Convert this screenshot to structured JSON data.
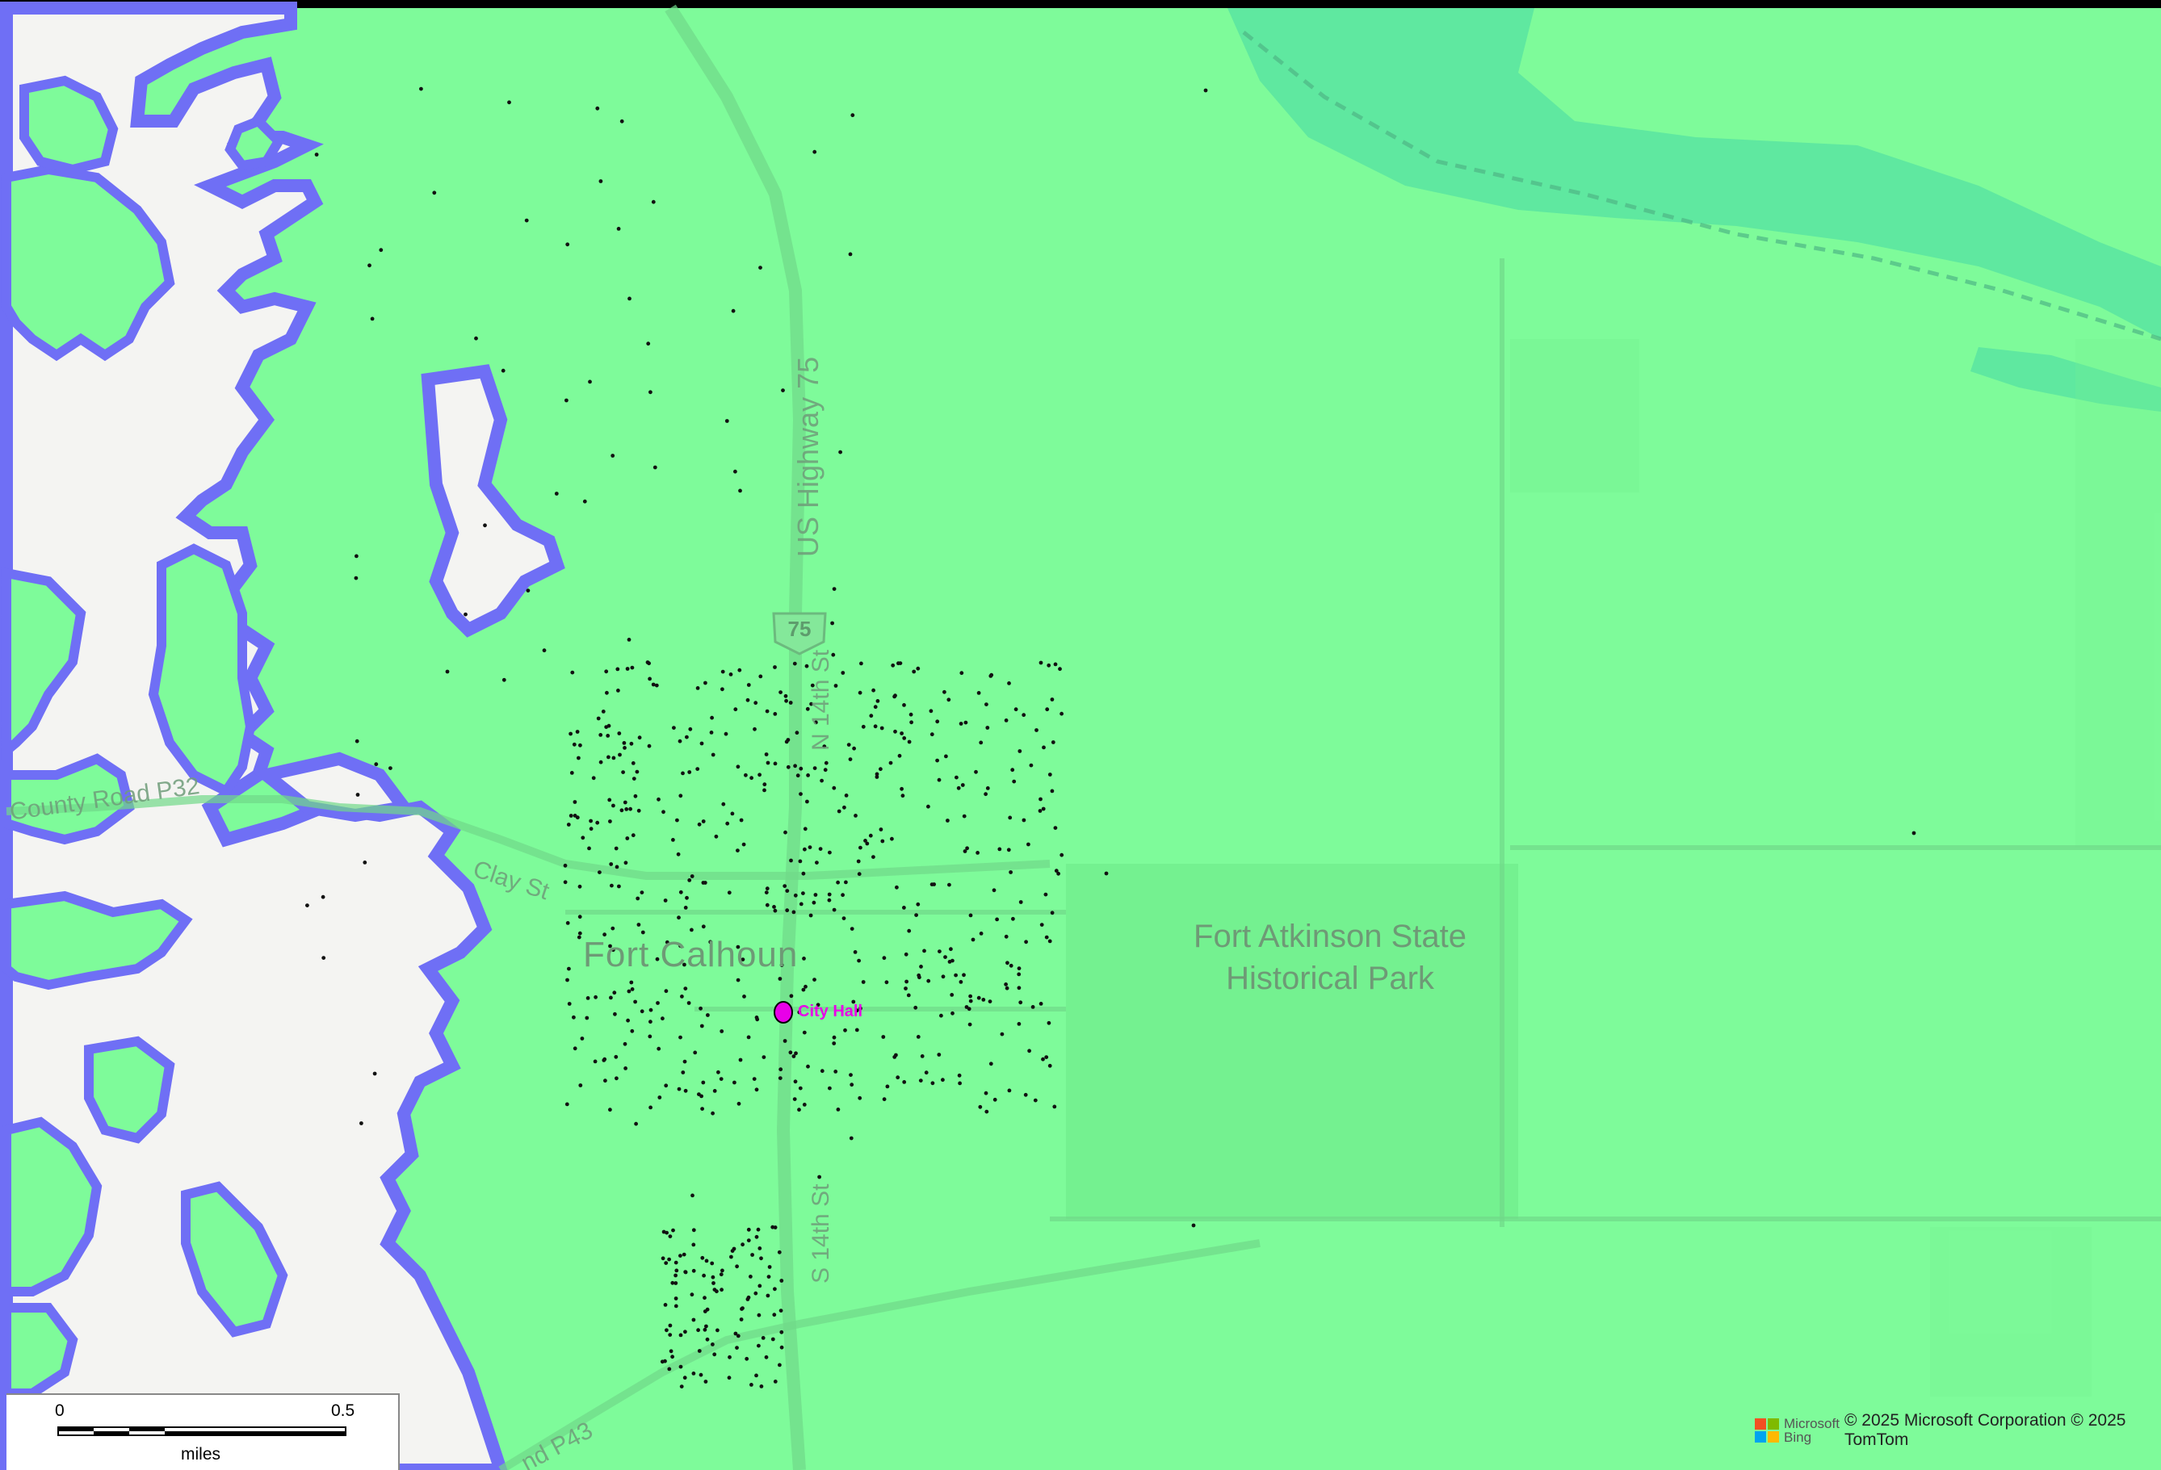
{
  "colors": {
    "coverage": "#7efb9a",
    "coverage_edge": "#6f6ff5",
    "basemap_light": "#f4f4f2",
    "river": "#5fe8a0",
    "park": "#74f190",
    "poi": "#e800e8",
    "dot": "#111111"
  },
  "map": {
    "road_labels": {
      "county_p32": "County Road P32",
      "clay_st": "Clay St",
      "n_14th": "N 14th St",
      "s_14th": "S 14th St",
      "us75": "US Highway 75",
      "p43": "nd P43",
      "shield": "75"
    },
    "town_label": "Fort Calhoun",
    "park_label_line1": "Fort Atkinson State",
    "park_label_line2": "Historical Park",
    "poi": {
      "label": "City Hall",
      "icon": "city-hall-marker"
    }
  },
  "scalebar": {
    "label_start": "0",
    "label_end": "0.5",
    "unit": "miles"
  },
  "attribution": {
    "logo_line1": "Microsoft",
    "logo_line2": "Bing",
    "text": "© 2025 Microsoft Corporation © 2025 TomTom"
  }
}
